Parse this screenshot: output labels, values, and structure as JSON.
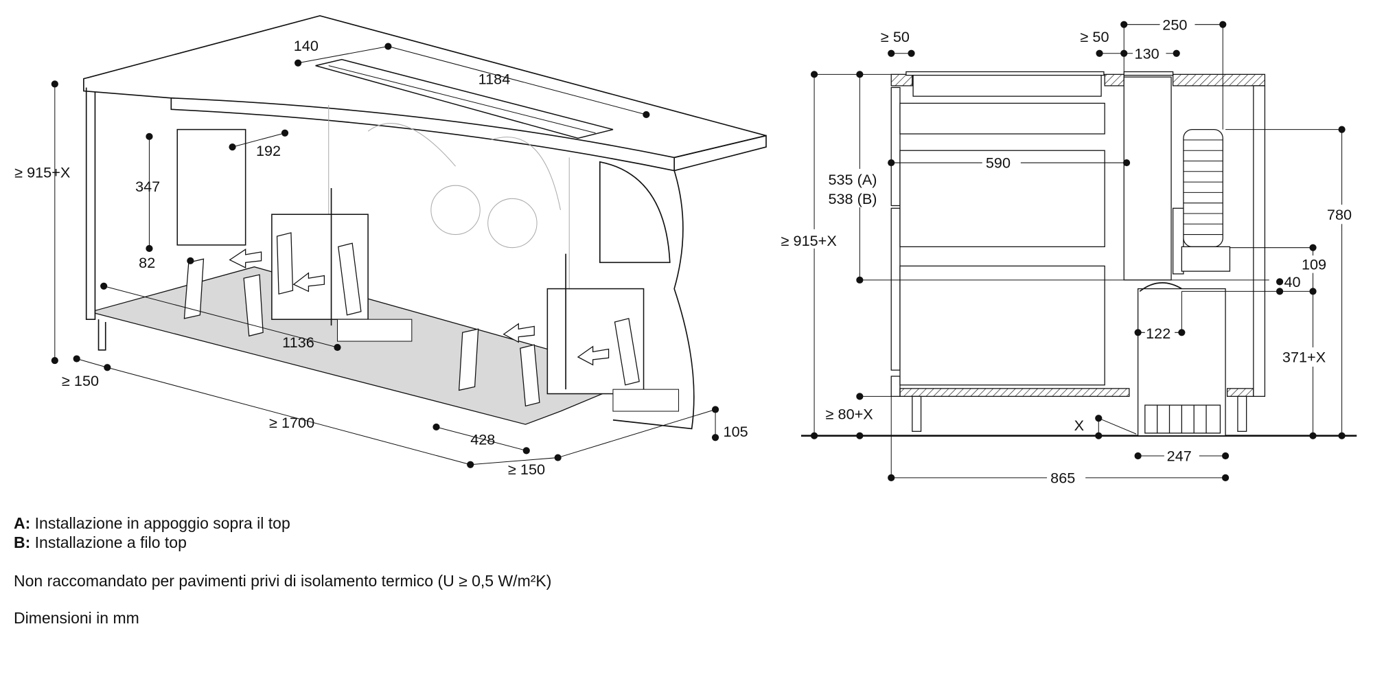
{
  "perspective_view": {
    "dimensions": [
      "140",
      "1184",
      "192",
      "347",
      "82",
      "≥ 915+X",
      "1136",
      "≥ 150",
      "≥ 1700",
      "428",
      "≥ 150",
      "105"
    ]
  },
  "side_view": {
    "dimensions": {
      "gap_left": "≥ 50",
      "gap_right": "≥ 50",
      "width_250": "250",
      "width_130": "130",
      "depth_590": "590",
      "height_a": "535 (A)",
      "height_b": "538 (B)",
      "total_height": "≥ 915+X",
      "height_780": "780",
      "h109": "109",
      "h40": "40",
      "w122": "122",
      "h371": "371+X",
      "plinth": "≥ 80+X",
      "x": "X",
      "w247": "247",
      "w865": "865"
    }
  },
  "notes": {
    "a_key": "A:",
    "a_text": "Installazione in appoggio sopra il top",
    "b_key": "B:",
    "b_text": "Installazione a filo top",
    "floor_note": "Non raccomandato per pavimenti privi di isolamento termico (U ≥ 0,5 W/m²K)",
    "units": "Dimensioni in mm"
  }
}
